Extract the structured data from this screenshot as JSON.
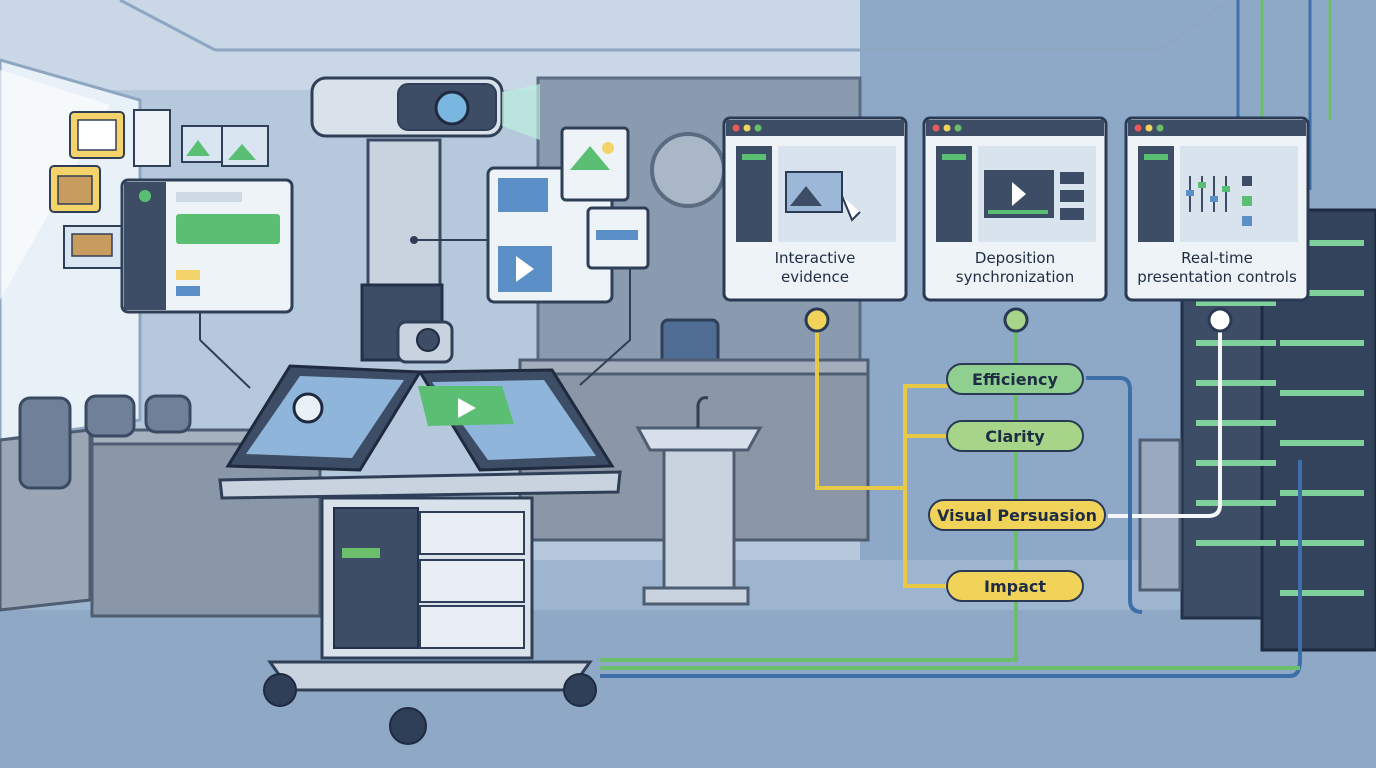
{
  "features": [
    {
      "label_line1": "Interactive",
      "label_line2": "evidence"
    },
    {
      "label_line1": "Deposition",
      "label_line2": "synchronization"
    },
    {
      "label_line1": "Real-time",
      "label_line2": "presentation controls"
    }
  ],
  "outcomes": [
    {
      "label": "Efficiency",
      "color": "#8fcf8f"
    },
    {
      "label": "Clarity",
      "color": "#a6d58a"
    },
    {
      "label": "Visual Persuasion",
      "color": "#f2d35a"
    },
    {
      "label": "Impact",
      "color": "#f2d35a"
    }
  ],
  "colors": {
    "connector_yellow": "#e8c945",
    "connector_green": "#6cbf6a",
    "connector_white": "#f4f6fa",
    "connector_blue": "#3d6fa8",
    "accent_green": "#5bbf73"
  },
  "icons": [
    "projector-icon",
    "document-camera-icon",
    "play-icon",
    "image-icon",
    "cursor-hand-icon",
    "server-rack-icon",
    "podium-icon",
    "folder-icon"
  ]
}
